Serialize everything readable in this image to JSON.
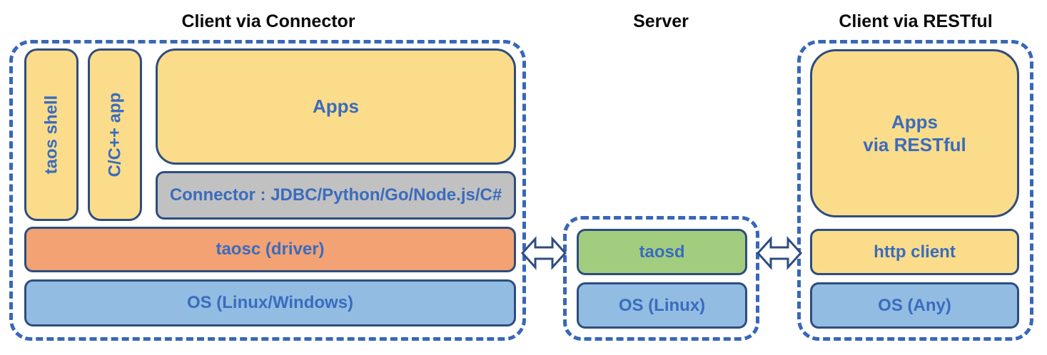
{
  "diagram": {
    "type": "architecture-diagram",
    "sections": {
      "client_connector": {
        "title": "Client via Connector",
        "taos_shell": "taos shell",
        "cpp_app": "C/C++ app",
        "apps": "Apps",
        "connector": "Connector : JDBC/Python/Go/Node.js/C#",
        "taosc": "taosc (driver)",
        "os": "OS (Linux/Windows)"
      },
      "server": {
        "title": "Server",
        "taosd": "taosd",
        "os": "OS (Linux)"
      },
      "client_restful": {
        "title": "Client via RESTful",
        "apps_line1": "Apps",
        "apps_line2": "via RESTful",
        "http_client": "http client",
        "os": "OS (Any)"
      }
    },
    "icons": {
      "left_link": "double-headed-arrow-icon",
      "right_link": "double-headed-arrow-icon"
    },
    "colors": {
      "dashed_border": "#3867b8",
      "box_border": "#2e4d7f",
      "label_blue": "#3a6cbe",
      "title_black": "#0a0a0a",
      "yellow_box": "#fbdc8a",
      "gray_box": "#c1c1c1",
      "orange_box": "#f2a273",
      "blue_box": "#92bce2",
      "green_box": "#a2cd7e",
      "background": "#ffffff"
    }
  }
}
